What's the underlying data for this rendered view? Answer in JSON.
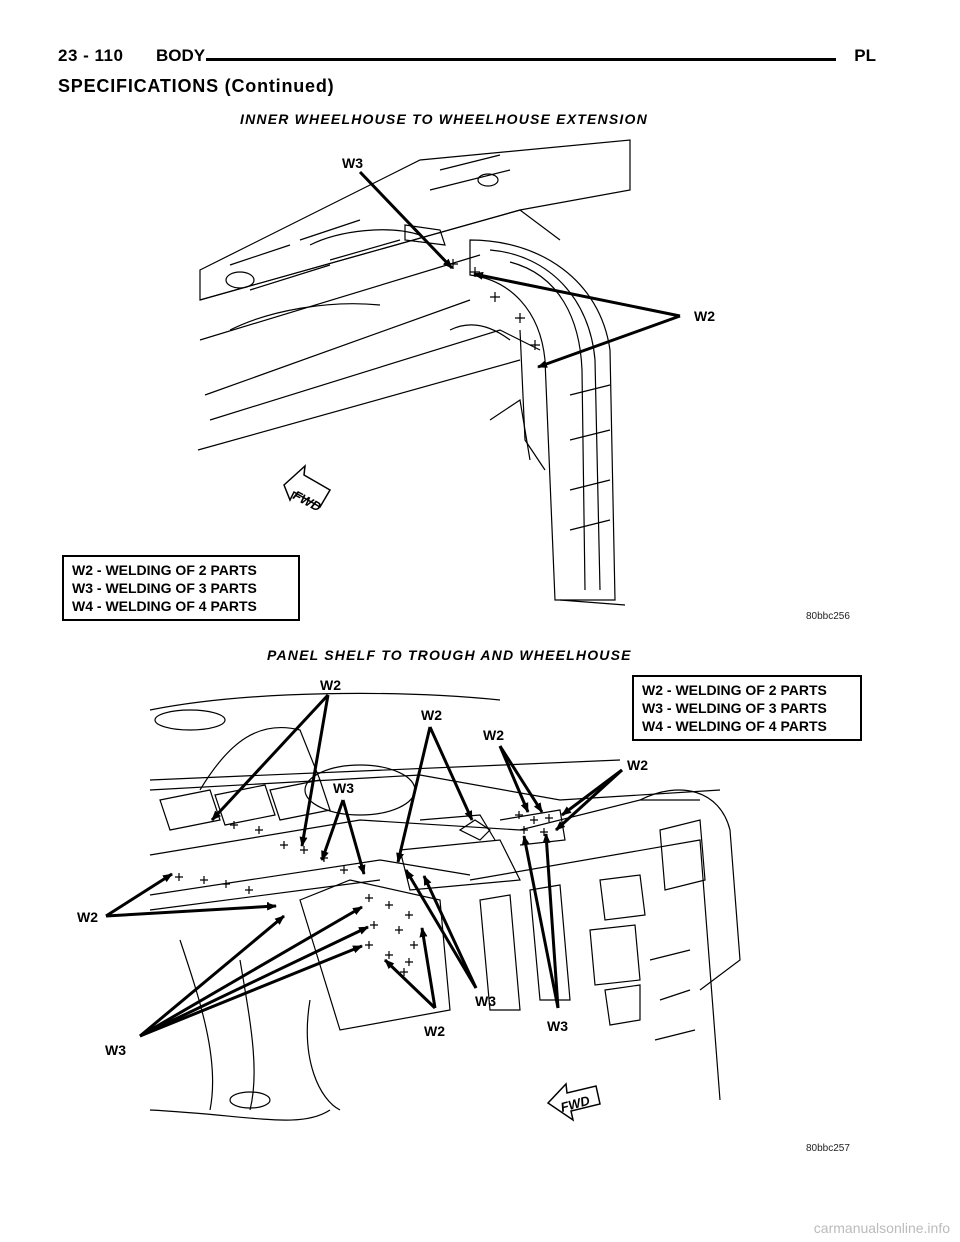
{
  "header": {
    "page_number": "23 - 110",
    "section": "BODY",
    "code": "PL"
  },
  "section_title": "SPECIFICATIONS (Continued)",
  "figure1": {
    "title": "INNER WHEELHOUSE TO WHEELHOUSE EXTENSION",
    "callouts": {
      "w3": "W3",
      "w2": "W2"
    },
    "fwd": "FWD",
    "legend": [
      "W2 - WELDING OF 2 PARTS",
      "W3 - WELDING OF 3 PARTS",
      "W4 - WELDING OF 4 PARTS"
    ],
    "code": "80bbc256"
  },
  "figure2": {
    "title": "PANEL SHELF TO TROUGH AND WHEELHOUSE",
    "callouts": {
      "w2": "W2",
      "w3": "W3"
    },
    "fwd": "FWD",
    "legend": [
      "W2 - WELDING OF 2 PARTS",
      "W3 - WELDING OF 3 PARTS",
      "W4 - WELDING OF 4 PARTS"
    ],
    "code": "80bbc257"
  },
  "watermark": "carmanualsonline.info"
}
